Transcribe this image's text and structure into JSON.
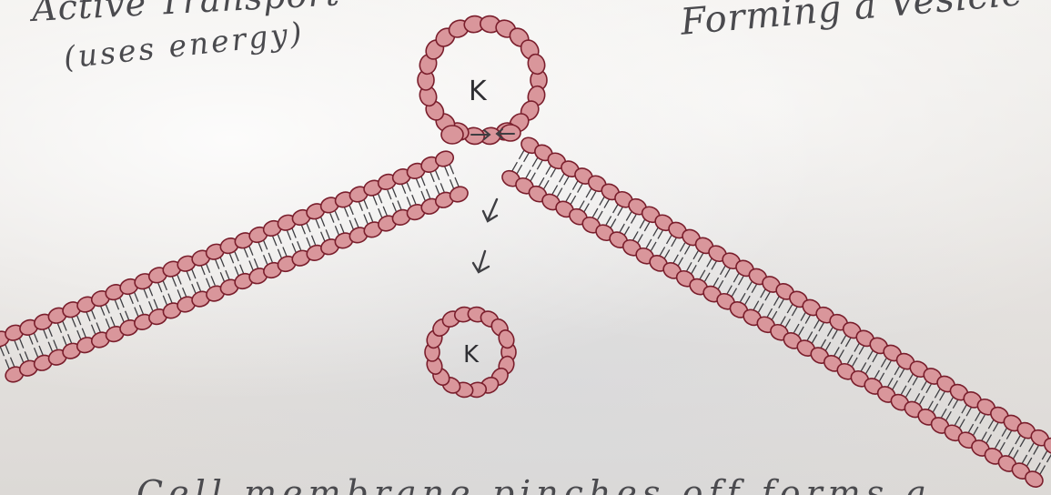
{
  "labels": {
    "title_left": "Active Transport",
    "subtitle_left": "(uses energy)",
    "title_right": "Forming a Vesicle",
    "bottom_partial": "Cell  membrane  pinches  off  forms  a",
    "vesicle_top_content": "K",
    "vesicle_bottom_content": "K"
  },
  "colors": {
    "phospholipid_fill": "#d9969b",
    "phospholipid_stroke": "#7a1e2c",
    "pen_ink": "#3e3e42",
    "paper": "#ece9e6"
  },
  "icons": {
    "pinch_arrows": "arrow-pair-icon",
    "movement_arrows": "arrow-down-icon"
  }
}
